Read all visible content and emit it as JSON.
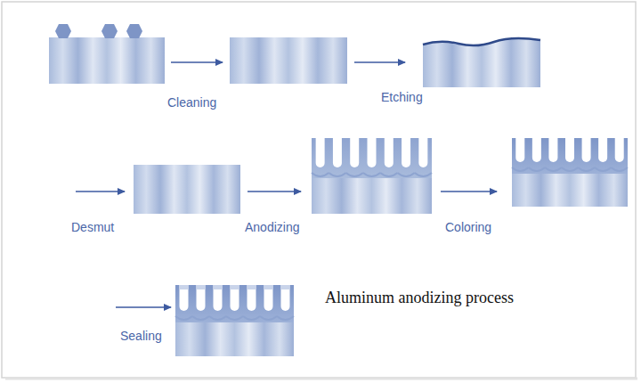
{
  "diagram": {
    "caption": "Aluminum anodizing process",
    "labels": [
      "Cleaning",
      "Etching",
      "Desmut",
      "Anodizing",
      "Coloring",
      "Sealing"
    ]
  }
}
